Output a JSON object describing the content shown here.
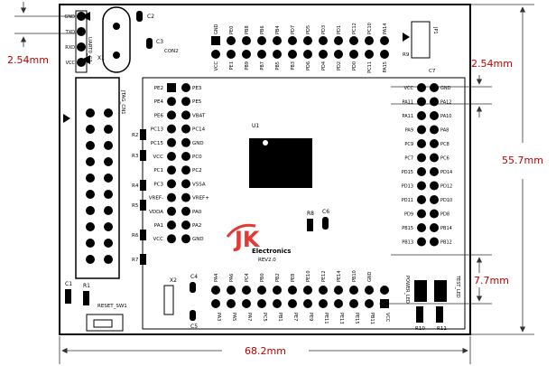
{
  "dimensions": {
    "width_mm": "68.2mm",
    "height_mm": "55.7mm",
    "pitch_left": "2.54mm",
    "pitch_right": "2.54mm",
    "offset_right": "7.7mm"
  },
  "logo": {
    "mark": "JK",
    "name": "Electronics",
    "revision": "REV2.0"
  },
  "components": {
    "uart_header": [
      "GND",
      "TXD",
      "RXD",
      "VCC"
    ],
    "uart_label": "UART0_C1",
    "crystal": "X1",
    "cap_c2": "C2",
    "cap_c3": "C3",
    "con2": "CON2",
    "jtag_label": "JTAG_CN1",
    "chip": "U1",
    "r8": "R8",
    "c6": "C6",
    "c1": "C1",
    "r1": "R1",
    "reset": "RESET_SW1",
    "x2": "X2",
    "c4": "C4",
    "c5": "C5",
    "r9": "R9",
    "c7": "C7",
    "jp": "JP1",
    "r10": "R10",
    "r11": "R11",
    "power_led": "POWER_LED",
    "test_led": "TEST_LED"
  },
  "resistors_left": [
    "R2",
    "R3",
    "R4",
    "R5",
    "R6",
    "R7"
  ],
  "left_header_labels": [
    "PE2",
    "PE4",
    "PE6",
    "PC13",
    "PC15",
    "VCC",
    "PC1",
    "PC3",
    "VREF-",
    "VDDA",
    "PA1",
    "VCC"
  ],
  "left_header_labels_right": [
    "PE3",
    "PE5",
    "VBAT",
    "PC14",
    "GND",
    "PC0",
    "PC2",
    "VSSA",
    "VREF+",
    "PA0",
    "PA2",
    "GND"
  ],
  "top_header_row_top": [
    "GND",
    "PE0",
    "PB8",
    "PB6",
    "PB4",
    "PD7",
    "PD5",
    "PD3",
    "PD1",
    "PC12",
    "PC10",
    "PA14"
  ],
  "top_header_row_bottom": [
    "VCC",
    "PE1",
    "PB9",
    "PB7",
    "PB5",
    "PB3",
    "PD6",
    "PD4",
    "PD2",
    "PD0",
    "PC11",
    "PA15"
  ],
  "right_header_left": [
    "VCC",
    "PA11",
    "PA9",
    "PC9",
    "PC7",
    "PD15",
    "PD13",
    "PD11",
    "PD9",
    "PB15",
    "PB13"
  ],
  "right_header_left_all": [
    "VCC",
    "PA11",
    "PA11",
    "PA9",
    "PC9",
    "PC7",
    "PD15",
    "PD13",
    "PD11",
    "PD9",
    "PB15",
    "PB13"
  ],
  "right_header_right": [
    "GND",
    "PA12",
    "PA10",
    "PA8",
    "PC8",
    "PC6",
    "PD14",
    "PD12",
    "PD10",
    "PD8",
    "PB14",
    "PB12"
  ],
  "bottom_header_row_top": [
    "PA4",
    "PA6",
    "PC4",
    "PB0",
    "PB2",
    "PE8",
    "PE10",
    "PE12",
    "PE14",
    "PB10",
    "GND"
  ],
  "bottom_header_row_bottom": [
    "PA3",
    "PA5",
    "PA7",
    "PC5",
    "PB1",
    "PE7",
    "PE9",
    "PE11",
    "PE13",
    "PE15",
    "PB11",
    "VCC"
  ]
}
